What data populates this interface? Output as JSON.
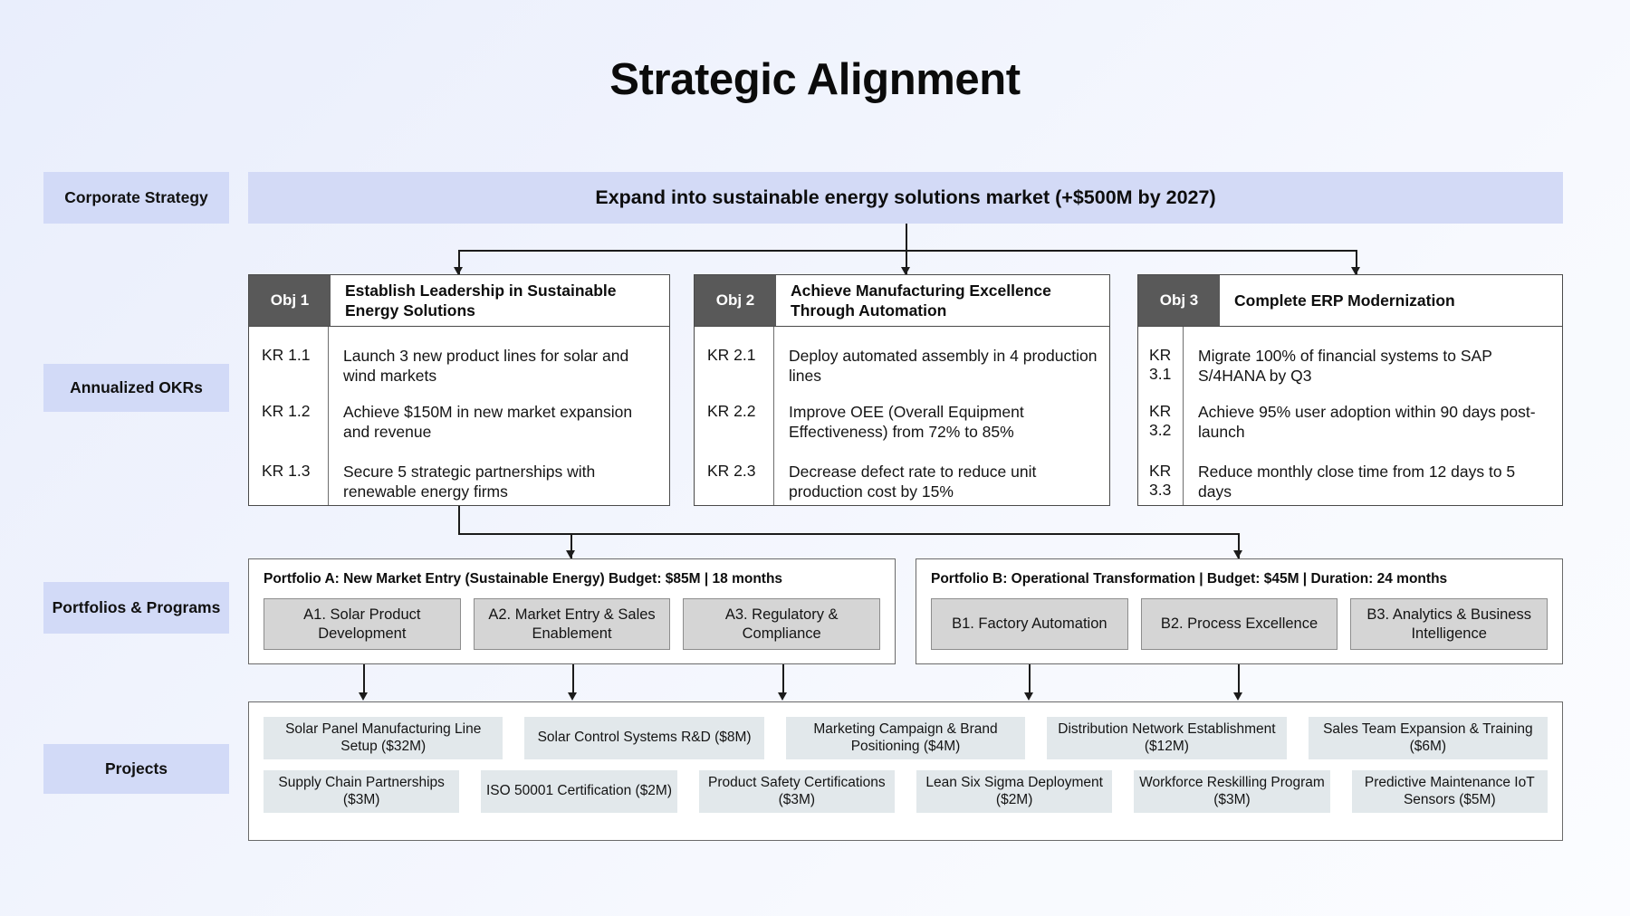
{
  "title": "Strategic Alignment",
  "lanes": [
    {
      "label": "Corporate Strategy"
    },
    {
      "label": "Annualized OKRs"
    },
    {
      "label": "Portfolios & Programs"
    },
    {
      "label": "Projects"
    }
  ],
  "strategy": {
    "statement": "Expand into sustainable energy solutions market (+$500M by 2027)"
  },
  "objectives": [
    {
      "tag": "Obj 1",
      "title": "Establish Leadership in Sustainable Energy Solutions",
      "key_results": [
        {
          "label": "KR 1.1",
          "text": "Launch 3 new product lines for solar and wind markets"
        },
        {
          "label": "KR 1.2",
          "text": "Achieve $150M in new market expansion and revenue"
        },
        {
          "label": "KR 1.3",
          "text": "Secure 5 strategic partnerships with renewable energy firms"
        }
      ]
    },
    {
      "tag": "Obj 2",
      "title": "Achieve Manufacturing Excellence Through Automation",
      "key_results": [
        {
          "label": "KR 2.1",
          "text": "Deploy automated assembly in 4 production lines"
        },
        {
          "label": "KR 2.2",
          "text": "Improve OEE (Overall Equipment Effectiveness) from 72% to 85%"
        },
        {
          "label": "KR 2.3",
          "text": "Decrease defect rate to reduce unit production cost by 15%"
        }
      ]
    },
    {
      "tag": "Obj 3",
      "title": "Complete ERP Modernization",
      "key_results": [
        {
          "label": "KR 3.1",
          "text": "Migrate 100% of financial systems to SAP S/4HANA by Q3"
        },
        {
          "label": "KR 3.2",
          "text": "Achieve 95% user adoption within 90 days post-launch"
        },
        {
          "label": "KR 3.3",
          "text": "Reduce monthly close time from 12 days to 5 days"
        }
      ]
    }
  ],
  "portfolios": [
    {
      "title": "Portfolio A: New Market Entry (Sustainable Energy) Budget: $85M | 18 months",
      "programs": [
        "A1. Solar Product Development",
        "A2. Market Entry & Sales Enablement",
        "A3. Regulatory & Compliance"
      ]
    },
    {
      "title": "Portfolio B: Operational Transformation | Budget: $45M | Duration: 24 months",
      "programs": [
        "B1. Factory Automation",
        "B2. Process Excellence",
        "B3. Analytics & Business Intelligence"
      ]
    }
  ],
  "projects": {
    "row1": [
      "Solar Panel Manufacturing Line Setup ($32M)",
      "Solar Control Systems R&D ($8M)",
      "Marketing Campaign & Brand Positioning ($4M)",
      "Distribution Network Establishment ($12M)",
      "Sales Team Expansion & Training ($6M)"
    ],
    "row2": [
      "Supply Chain Partnerships ($3M)",
      "ISO 50001 Certification ($2M)",
      "Product Safety Certifications ($3M)",
      "Lean Six Sigma Deployment ($2M)",
      "Workforce Reskilling Program ($3M)",
      "Predictive Maintenance IoT Sensors ($5M)"
    ]
  },
  "colors": {
    "lane_label_bg": "#d2daf7",
    "strategy_bg": "#d3daf6",
    "objective_tag_bg": "#595959",
    "program_card_bg": "#d5d5d5",
    "project_card_bg": "#e2e8eb",
    "connector": "#1b1b1b"
  }
}
